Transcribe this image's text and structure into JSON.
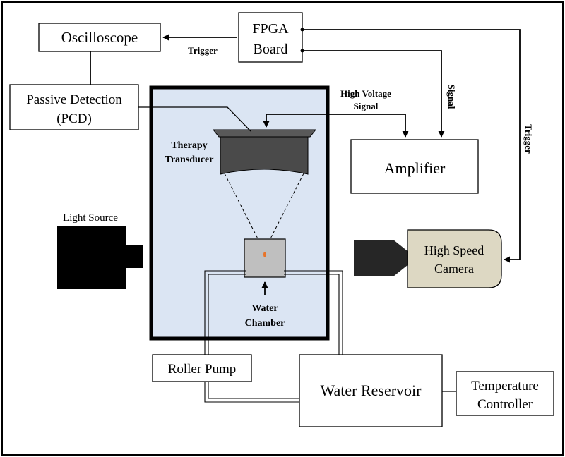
{
  "components": {
    "fpga": {
      "line1": "FPGA",
      "line2": "Board"
    },
    "oscilloscope": "Oscilloscope",
    "pcd": {
      "line1": "Passive Detection",
      "line2": "(PCD)"
    },
    "amplifier": "Amplifier",
    "light_source": "Light Source",
    "camera": {
      "line1": "High Speed",
      "line2": "Camera"
    },
    "transducer": {
      "line1": "Therapy",
      "line2": "Transducer"
    },
    "water_chamber": {
      "line1": "Water",
      "line2": "Chamber"
    },
    "roller_pump": "Roller Pump",
    "reservoir": "Water Reservoir",
    "temperature_controller": {
      "line1": "Temperature",
      "line2": "Controller"
    }
  },
  "signals": {
    "trigger_oscilloscope": "Trigger",
    "signal_amplifier": "Signal",
    "trigger_camera": "Trigger",
    "high_voltage": {
      "line1": "High Voltage",
      "line2": "Signal"
    }
  },
  "colors": {
    "tank_fill": "#dbe5f3",
    "camera_fill": "#ddd8c3",
    "focus_spot": "#e8742a",
    "dark_fill": "#000000",
    "transducer_fill": "#4a4a4a"
  }
}
